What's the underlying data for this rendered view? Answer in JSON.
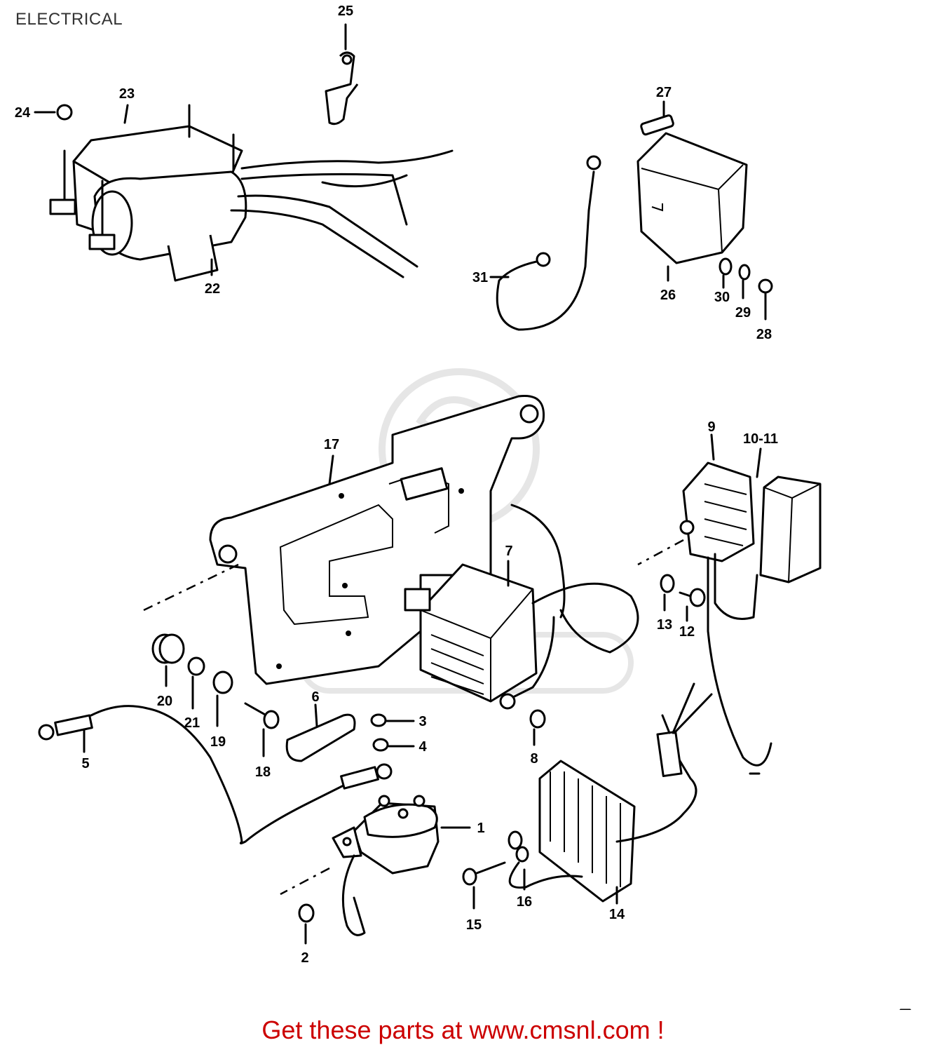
{
  "header": {
    "title": "ELECTRICAL"
  },
  "footer": {
    "text": "Get these parts at www.cmsnl.com !"
  },
  "colors": {
    "footer_text": "#cc0000",
    "line_art": "#000000",
    "background": "#ffffff"
  },
  "callouts": {
    "p1": "1",
    "p2": "2",
    "p3": "3",
    "p4": "4",
    "p5": "5",
    "p6": "6",
    "p7": "7",
    "p8": "8",
    "p9": "9",
    "p10_11": "10-11",
    "p12": "12",
    "p13": "13",
    "p14": "14",
    "p15": "15",
    "p16": "16",
    "p17": "17",
    "p18": "18",
    "p19": "19",
    "p20": "20",
    "p21": "21",
    "p22": "22",
    "p23": "23",
    "p24": "24",
    "p25": "25",
    "p26": "26",
    "p27": "27",
    "p28": "28",
    "p29": "29",
    "p30": "30",
    "p31": "31"
  }
}
